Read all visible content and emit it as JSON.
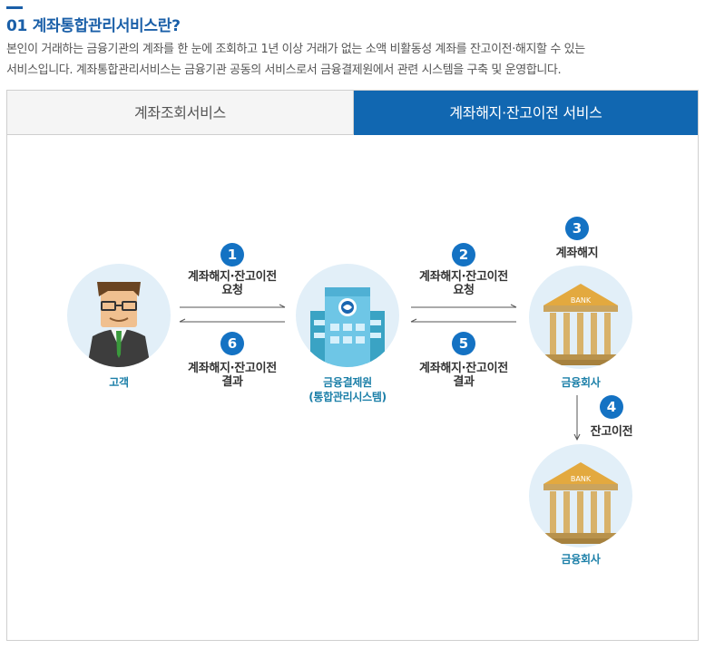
{
  "header": {
    "title": "01 계좌통합관리서비스란?",
    "desc_line1": "본인이 거래하는 금융기관의 계좌를 한 눈에 조회하고 1년 이상 거래가 없는 소액 비활동성 계좌를 잔고이전·해지할 수 있는",
    "desc_line2": "서비스입니다. 계좌통합관리서비스는 금융기관 공동의 서비스로서 금융결제원에서 관련 시스템을 구축 및 운영합니다."
  },
  "tabs": [
    {
      "label": "계좌조회서비스",
      "active": false
    },
    {
      "label": "계좌해지·잔고이전 서비스",
      "active": true
    }
  ],
  "diagram": {
    "entities": {
      "customer": "고객",
      "kftc_line1": "금융결제원",
      "kftc_line2": "(통합관리시스템)",
      "bank1": "금융회사",
      "bank2": "금융회사",
      "bank_sign": "BANK"
    },
    "steps": [
      {
        "num": "1",
        "line1": "계좌해지·잔고이전",
        "line2": "요청"
      },
      {
        "num": "2",
        "line1": "계좌해지·잔고이전",
        "line2": "요청"
      },
      {
        "num": "3",
        "line1": "계좌해지",
        "line2": ""
      },
      {
        "num": "4",
        "line1": "잔고이전",
        "line2": ""
      },
      {
        "num": "5",
        "line1": "계좌해지·잔고이전",
        "line2": "결과"
      },
      {
        "num": "6",
        "line1": "계좌해지·잔고이전",
        "line2": "결과"
      }
    ],
    "colors": {
      "accent": "#1472c3",
      "tab_active": "#1167b1",
      "title": "#1a5fa8",
      "entity_label": "#1b7fa8",
      "circle_bg": "#e2eff8"
    }
  }
}
